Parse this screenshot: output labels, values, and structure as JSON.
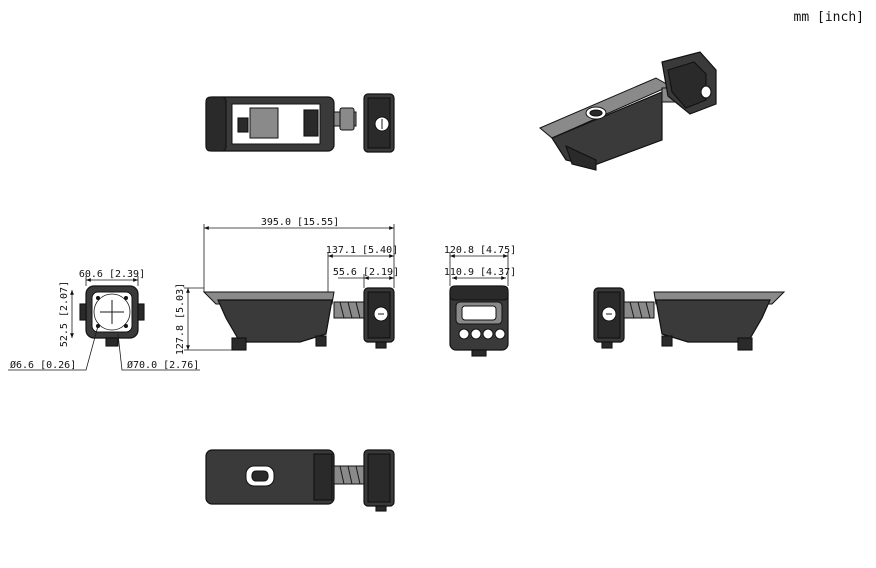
{
  "units_label": "mm [inch]",
  "dimensions": {
    "overall_length": "395.0 [15.55]",
    "bracket_length": "137.1 [5.40]",
    "box_length": "55.6 [2.19]",
    "height": "127.8 [5.03]",
    "front_width": "120.8 [4.75]",
    "front_inner_width": "110.9 [4.37]",
    "base_width": "60.6 [2.39]",
    "base_height": "52.5 [2.07]",
    "hole_diameter": "Ø6.6 [0.26]",
    "base_diameter": "Ø70.0 [2.76]"
  },
  "views": [
    "top-view",
    "isometric-view",
    "base-view",
    "side-view-left",
    "front-view",
    "side-view-right",
    "bottom-view"
  ]
}
